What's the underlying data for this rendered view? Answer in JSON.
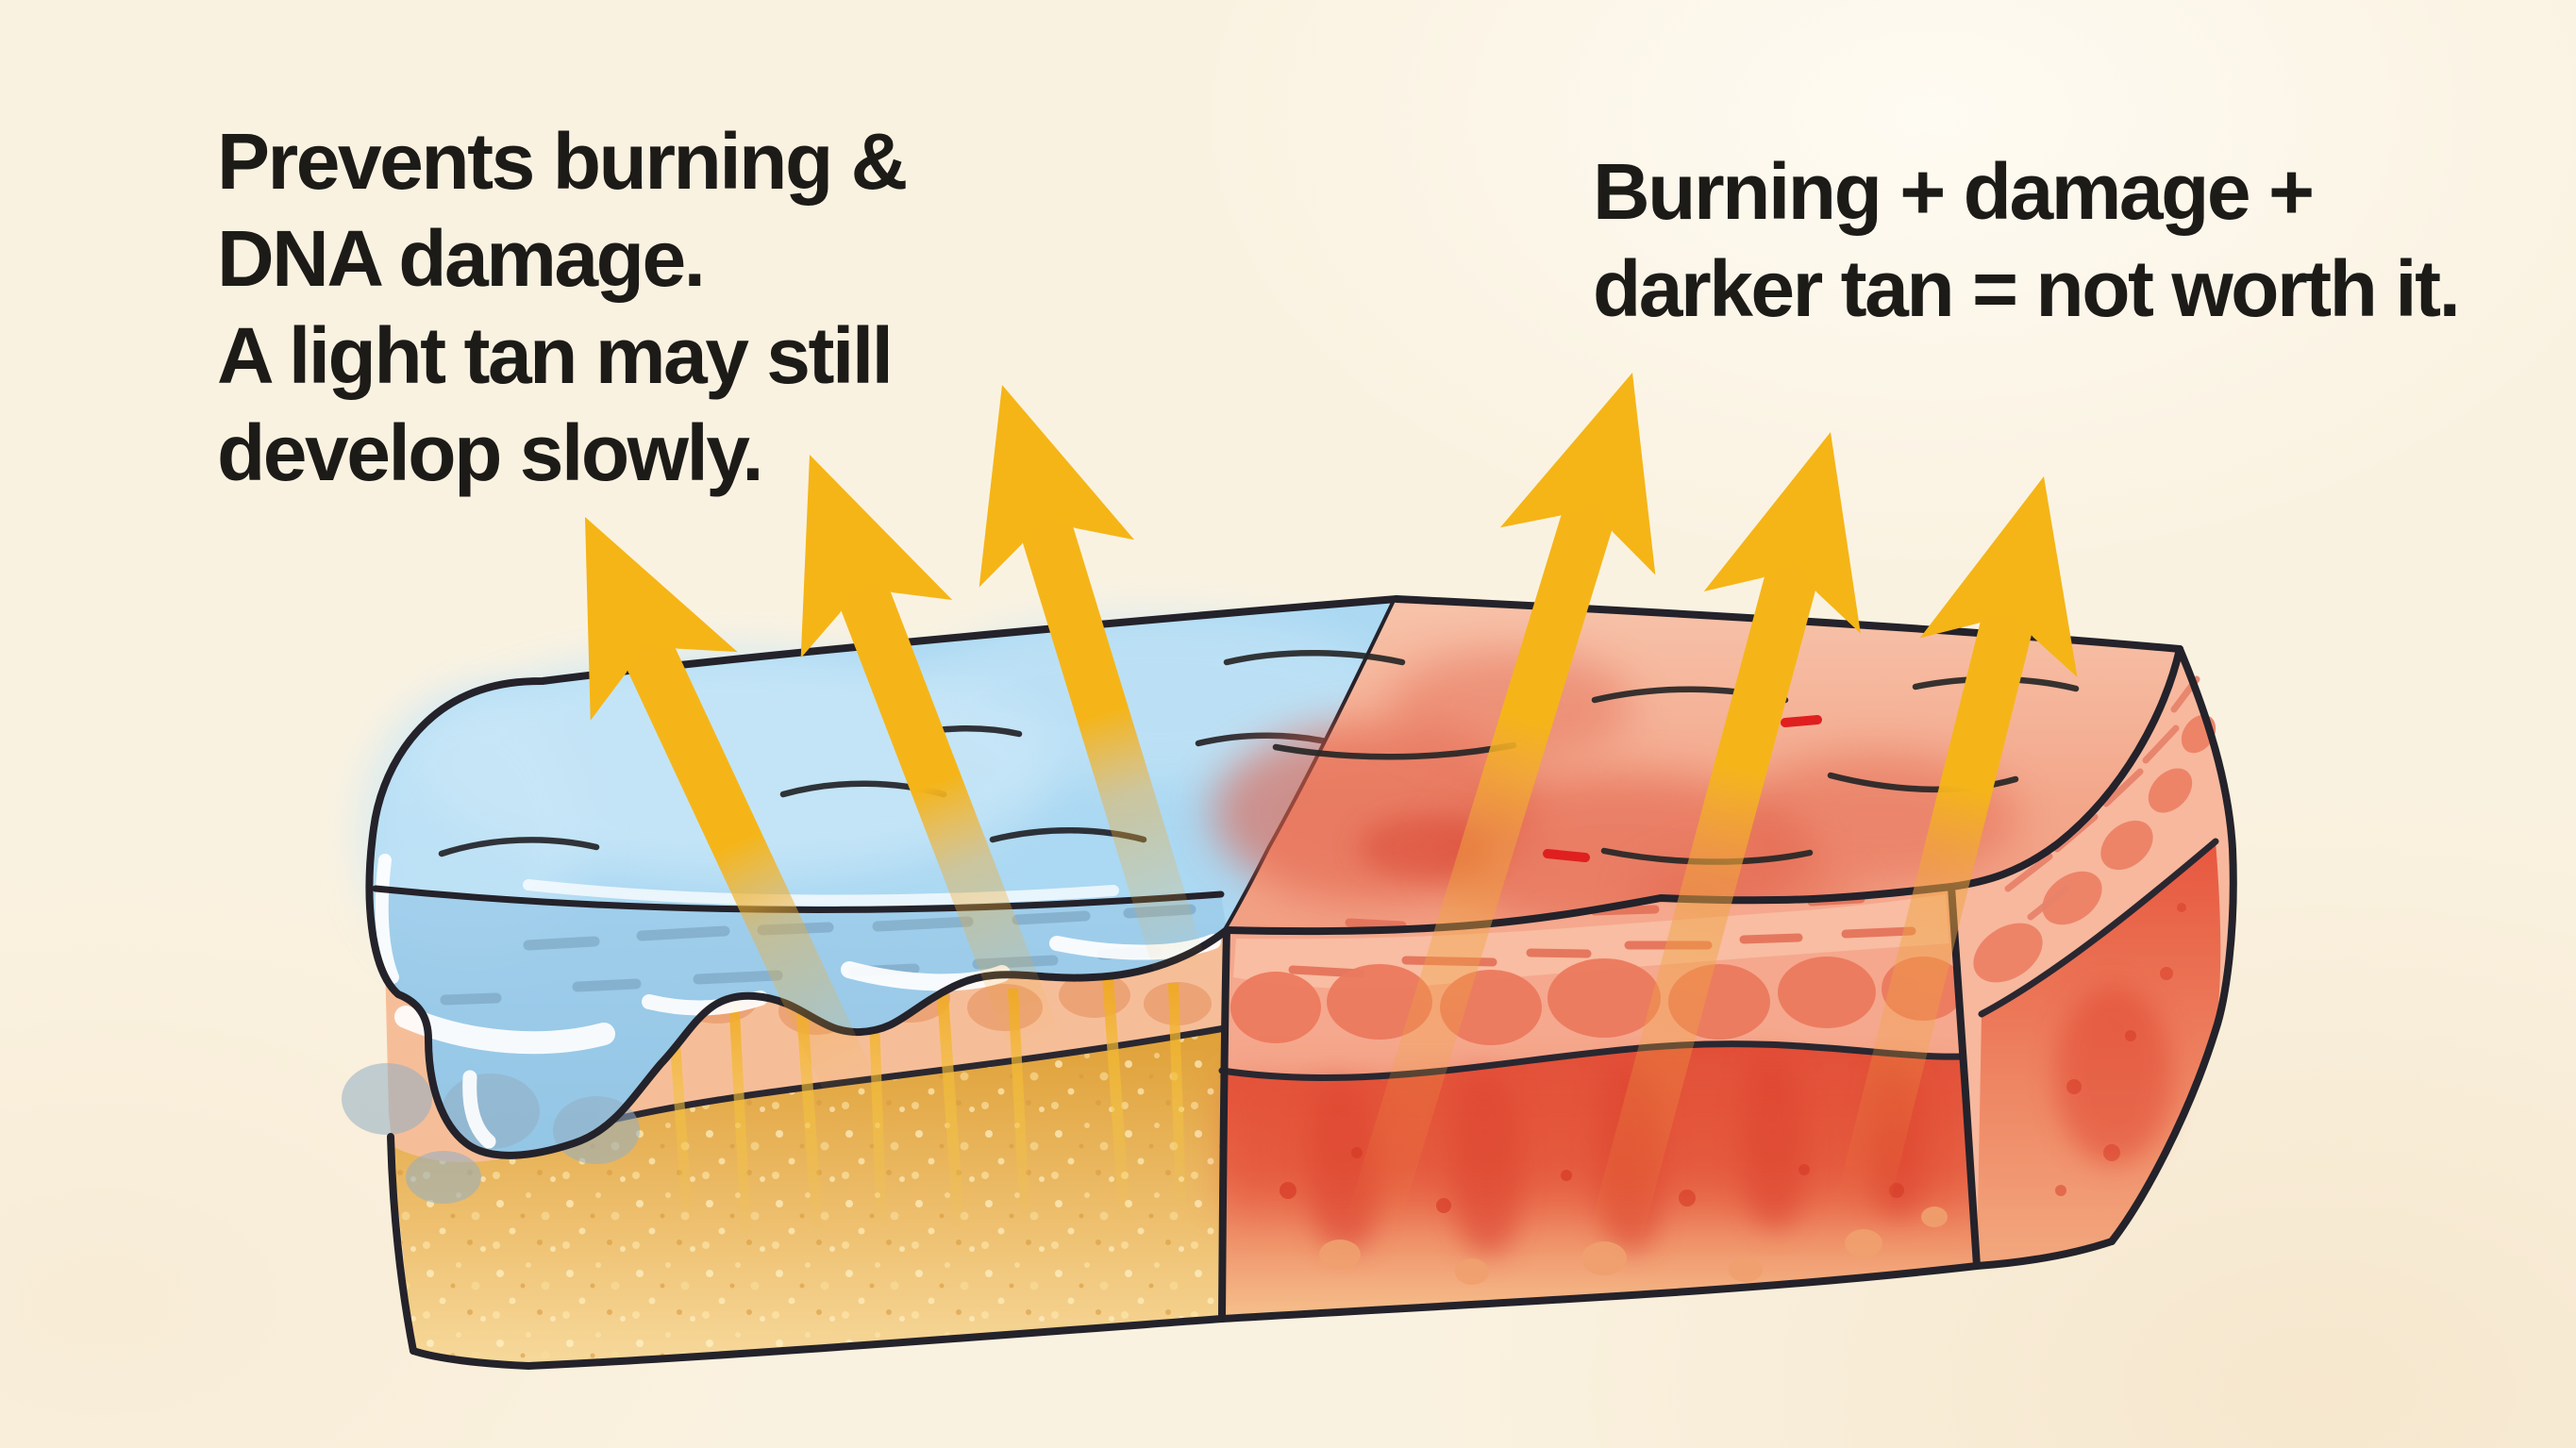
{
  "page": {
    "title": "Sunscreen vs unprotected skin UV diagram"
  },
  "captions": {
    "protected": {
      "lines": [
        "Prevents burning &",
        "DNA damage.",
        "A light tan may still",
        "develop slowly."
      ]
    },
    "unprotected": {
      "lines": [
        "Burning + damage +",
        "darker tan = not worth it."
      ]
    }
  },
  "illustration": {
    "left_half_label": "skin covered by sunscreen layer reflecting UV",
    "right_half_label": "bare skin burning as UV penetrates",
    "reflected_arrow_count": 3,
    "penetrating_arrow_count": 3
  },
  "palette": {
    "background": "#FAF2E1",
    "text": "#1D1B18",
    "uv_arrow_yellow": "#F6B91B",
    "sunscreen_blue": "#ABD8F2",
    "skin_peach": "#F6BE98",
    "golden_dermis": "#E5A744",
    "burn_red": "#E5523B",
    "outline": "#24222A"
  }
}
